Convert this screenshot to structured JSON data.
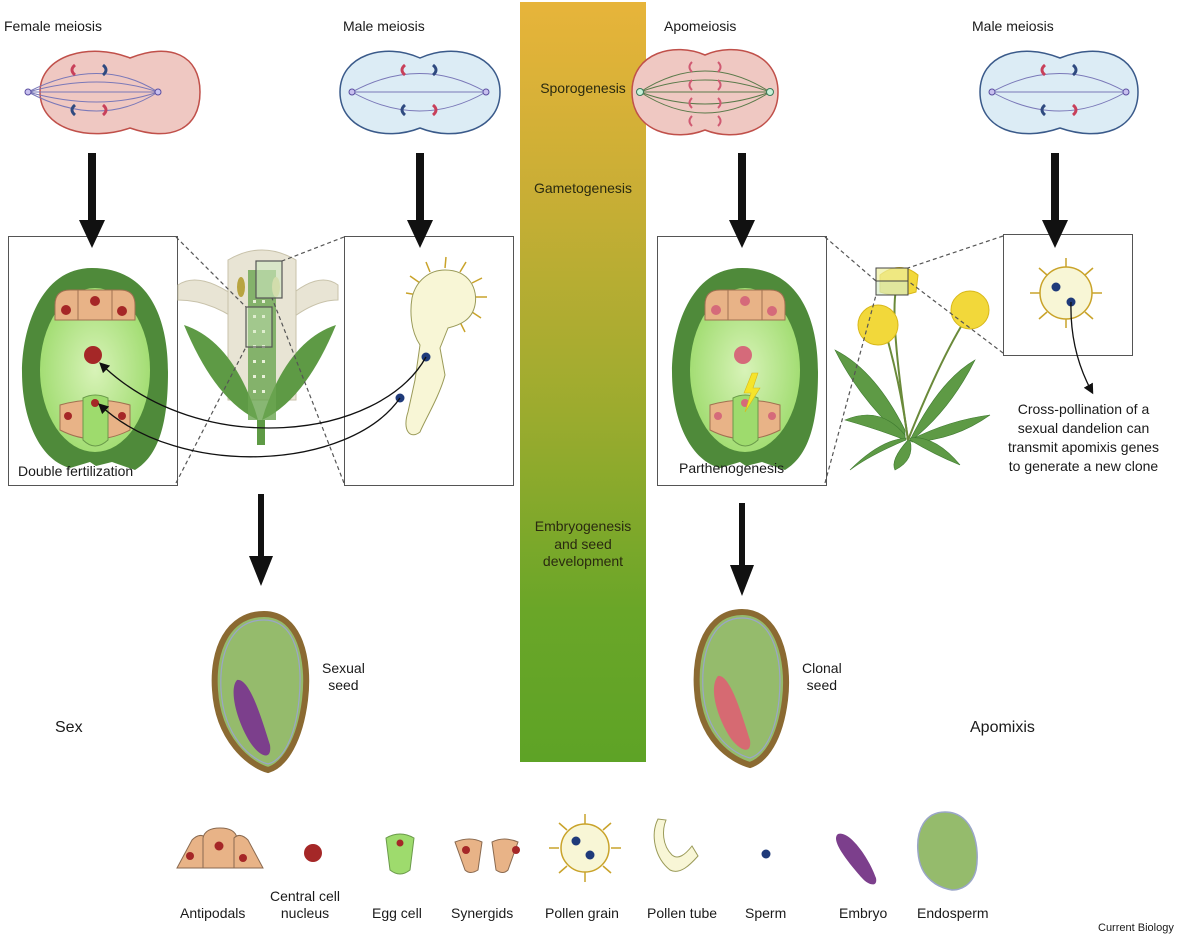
{
  "sides": {
    "left_title": "Sex",
    "right_title": "Apomixis"
  },
  "meiosis": {
    "female": "Female meiosis",
    "male_left": "Male meiosis",
    "apomeiosis": "Apomeiosis",
    "male_right": "Male meiosis"
  },
  "stages": [
    "Sporogenesis",
    "Gametogenesis",
    "Embryogenesis and seed development"
  ],
  "stage_lines": {
    "s1": "Sporogenesis",
    "s2": "Gametogenesis",
    "s3a": "Embryogenesis",
    "s3b": "and seed",
    "s3c": "development"
  },
  "boxes": {
    "double_fertilization": "Double fertilization",
    "parthenogenesis": "Parthenogenesis"
  },
  "seeds": {
    "sexual_a": "Sexual",
    "sexual_b": "seed",
    "clonal_a": "Clonal",
    "clonal_b": "seed"
  },
  "note": {
    "line1": "Cross-pollination of a",
    "line2": "sexual dandelion can",
    "line3": "transmit apomixis genes",
    "line4": "to generate a new clone"
  },
  "legend": [
    {
      "label": "Antipodals",
      "icon": "antipodals-icon"
    },
    {
      "label": "Central cell nucleus",
      "icon": "central-cell-nucleus-icon"
    },
    {
      "label": "Egg cell",
      "icon": "egg-cell-icon"
    },
    {
      "label": "Synergids",
      "icon": "synergids-icon"
    },
    {
      "label": "Pollen grain",
      "icon": "pollen-grain-icon"
    },
    {
      "label": "Pollen tube",
      "icon": "pollen-tube-icon"
    },
    {
      "label": "Sperm",
      "icon": "sperm-icon"
    },
    {
      "label": "Embryo",
      "icon": "embryo-icon"
    },
    {
      "label": "Endosperm",
      "icon": "endosperm-icon"
    }
  ],
  "legend_lines": {
    "central_a": "Central cell",
    "central_b": "nucleus"
  },
  "credit": "Current Biology",
  "colors": {
    "female_cell": "#efc8c2",
    "male_cell": "#dcecf5",
    "embryo_sac_wall": "#4f8a3a",
    "embryo_sac_fill": "#a6e07a",
    "antipodal": "#e8b387",
    "nucleus": "#a52727",
    "nucleus_apo": "#d56a7a",
    "sperm": "#1f3a7a",
    "pollen": "#f8f6d6",
    "pollen_spike": "#c9a32a",
    "embryo_sexual": "#7c3f8c",
    "embryo_clonal": "#d66a72",
    "endosperm": "#95bb6c",
    "seed_coat": "#8b6a32"
  }
}
